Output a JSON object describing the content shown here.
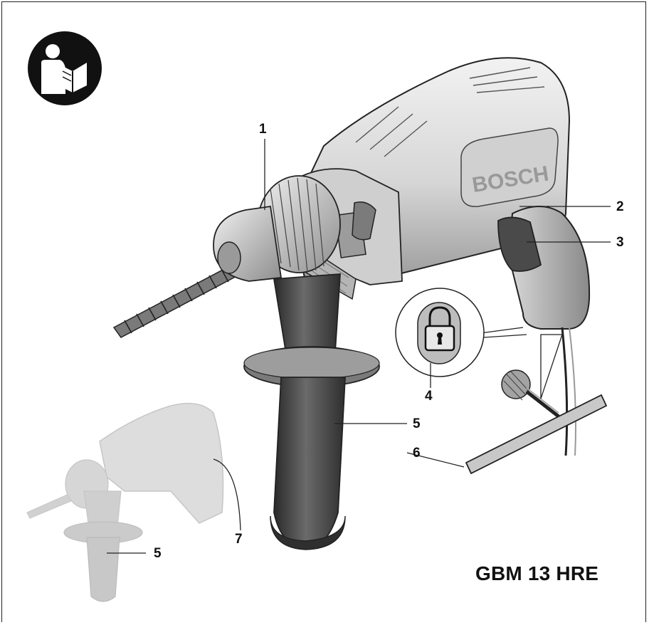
{
  "brand": "BOSCH",
  "model_name": "GBM 13 HRE",
  "manual_icon": "read-manual-icon",
  "lock_icon": "padlock-icon",
  "callouts": {
    "c1": "1",
    "c2": "2",
    "c3": "3",
    "c4": "4",
    "c5_main": "5",
    "c6": "6",
    "c7": "7",
    "c5_small": "5"
  },
  "colors": {
    "line": "#222222",
    "body_light": "#e4e4e4",
    "body_mid": "#bdbdbd",
    "body_dark": "#6f6f6f",
    "grip_dark": "#3a3a3a",
    "ghost": "#cfcfcf"
  }
}
